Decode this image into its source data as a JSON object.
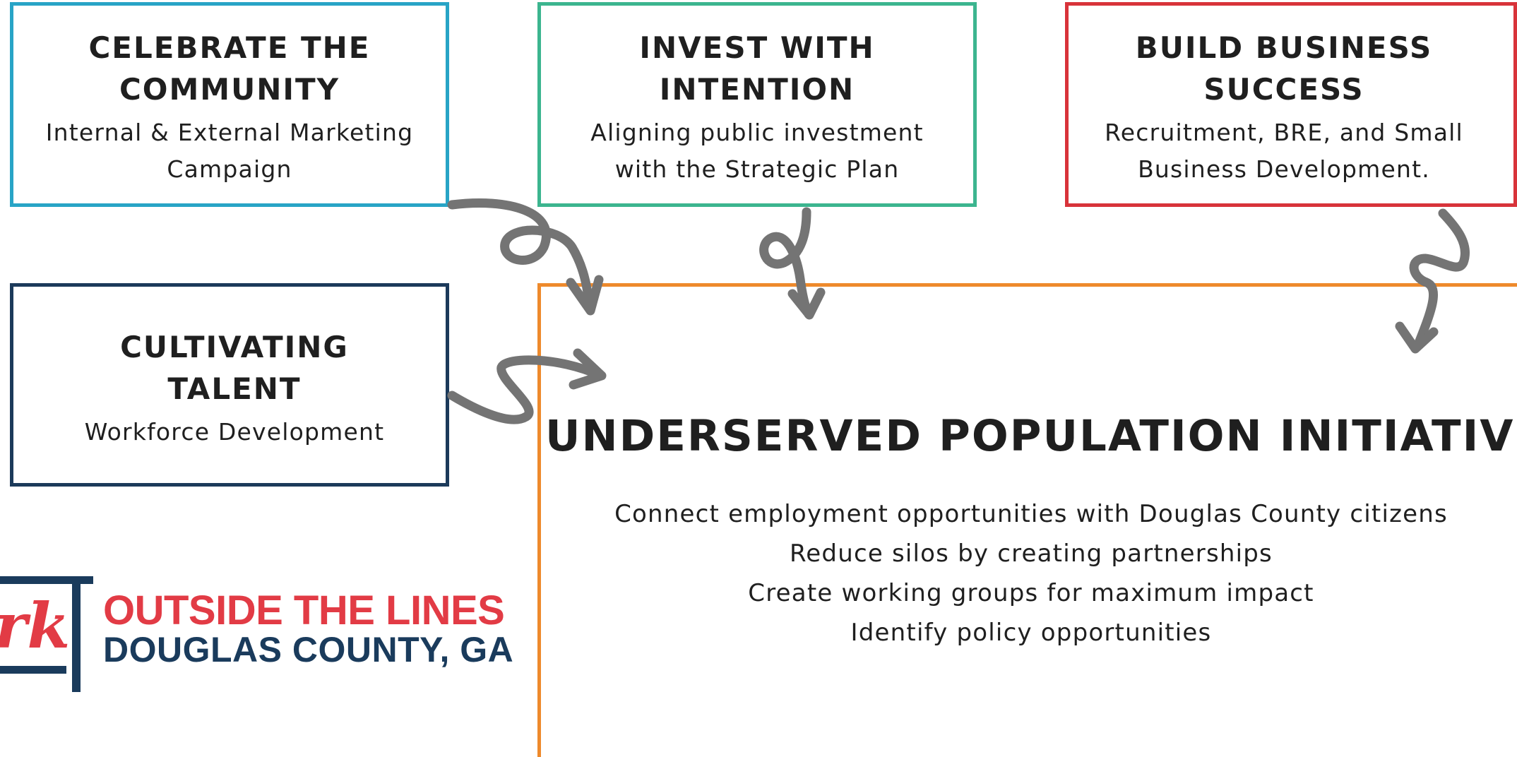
{
  "colors": {
    "celebrate_border": "#28a4c6",
    "invest_border": "#3cb58f",
    "build_border": "#d8333a",
    "talent_border": "#1c3a5a",
    "underserved_border": "#ee8a2c",
    "arrow": "#747474",
    "logo_red": "#e23b45",
    "logo_navy": "#1a3b5c"
  },
  "boxes": {
    "celebrate": {
      "title": "CELEBRATE THE\nCOMMUNITY",
      "description": "Internal & External Marketing\nCampaign"
    },
    "invest": {
      "title": "INVEST WITH\nINTENTION",
      "description": "Aligning public investment\nwith the Strategic Plan"
    },
    "build": {
      "title": "BUILD BUSINESS\nSUCCESS",
      "description": "Recruitment, BRE, and Small\nBusiness Development."
    },
    "talent": {
      "title": "CULTIVATING\nTALENT",
      "description": "Workforce Development"
    }
  },
  "underserved": {
    "title": "UNDERSERVED POPULATION INITIATIVE",
    "goals": [
      "Connect employment opportunities with Douglas County citizens",
      "Reduce silos by creating partnerships",
      "Create working groups for maximum impact",
      "Identify policy opportunities"
    ]
  },
  "logo": {
    "script_text": "rk",
    "line1": "OUTSIDE THE LINES",
    "line2": "DOUGLAS COUNTY, GA"
  }
}
